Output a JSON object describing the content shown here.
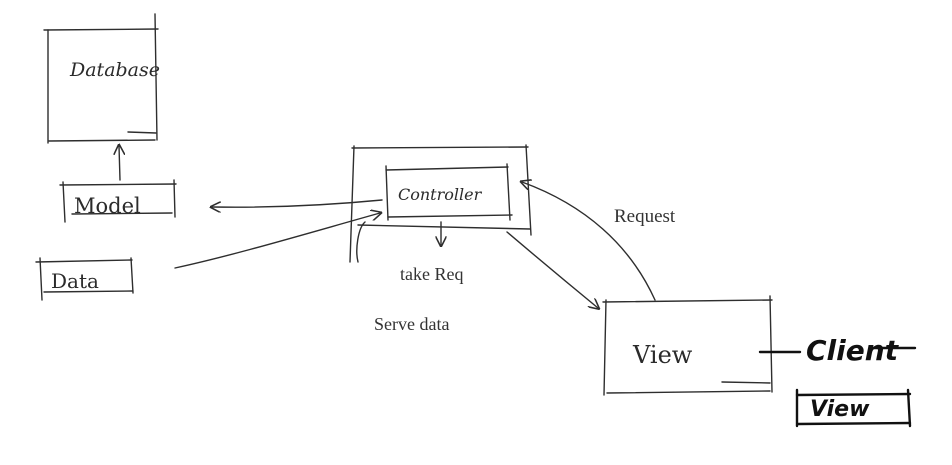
{
  "diagram": {
    "nodes": {
      "database": {
        "label": "Database"
      },
      "model": {
        "label": "Model"
      },
      "data": {
        "label": "Data"
      },
      "controller": {
        "label": "Controller"
      },
      "view": {
        "label": "View"
      },
      "client": {
        "label": "Client"
      },
      "client_view": {
        "label": "View"
      }
    },
    "annotations": {
      "take_req": "take Req",
      "serve_data": "Serve data",
      "request": "Request"
    }
  }
}
